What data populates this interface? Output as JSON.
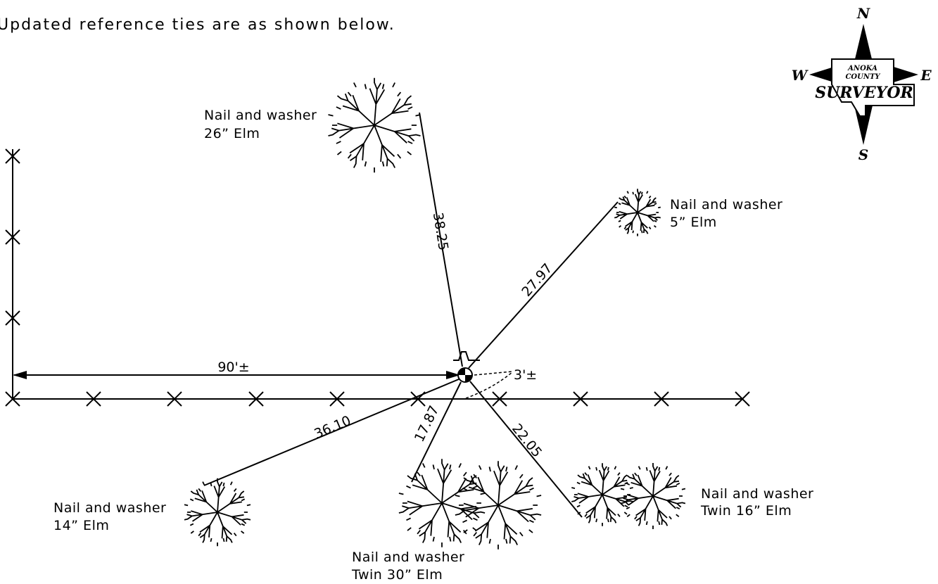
{
  "header_note": "Updated reference ties are as shown below.",
  "compass": {
    "north": "N",
    "south": "S",
    "east": "E",
    "west": "W",
    "badge_line1": "ANOKA",
    "badge_line2": "COUNTY",
    "badge_line3": "SURVEYOR"
  },
  "ties": [
    {
      "id": "tie-26-elm",
      "distance": "38.25",
      "label_line1": "Nail and washer",
      "label_line2": "26” Elm"
    },
    {
      "id": "tie-5-elm",
      "distance": "27.97",
      "label_line1": "Nail and washer",
      "label_line2": "5” Elm"
    },
    {
      "id": "tie-14-elm",
      "distance": "36.10",
      "label_line1": "Nail and washer",
      "label_line2": "14” Elm"
    },
    {
      "id": "tie-twin-30-elm",
      "distance": "17.87",
      "label_line1": "Nail and washer",
      "label_line2": "Twin 30” Elm"
    },
    {
      "id": "tie-twin-16-elm",
      "distance": "22.05",
      "label_line1": "Nail and washer",
      "label_line2": "Twin 16” Elm"
    }
  ],
  "dimensions": {
    "offset_from_fence": "90'±",
    "offset_from_road": "3'±"
  }
}
